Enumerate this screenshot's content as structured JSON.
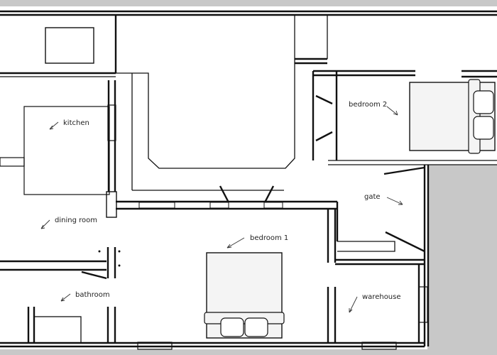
{
  "rooms": {
    "kitchen": "kitchen",
    "dining_room": "dining room",
    "bathroom": "bathroom",
    "bedroom_1": "bedroom 1",
    "bedroom_2": "bedroom 2",
    "gate": "gate",
    "warehouse": "warehouse"
  },
  "colors": {
    "background": "#ffffff",
    "outside_ground": "#c8c8c8",
    "wall": "#111111",
    "bed_fill": "#f4f4f4"
  }
}
